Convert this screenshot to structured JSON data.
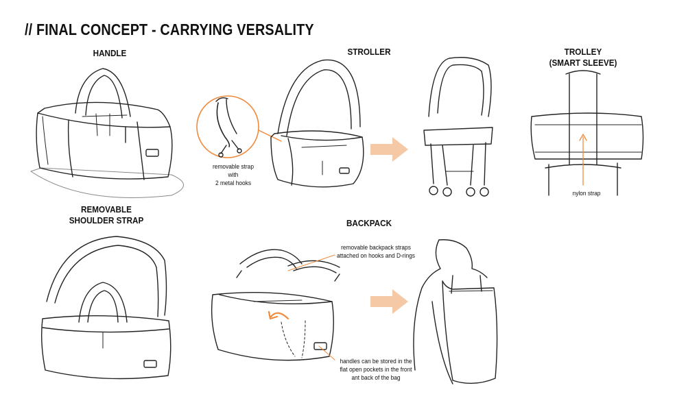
{
  "title": "// FINAL CONCEPT - CARRYING VERSALITY",
  "sections": {
    "handle": "HANDLE",
    "stroller": "STROLLER",
    "trolley_line1": "TROLLEY",
    "trolley_line2": "(SMART SLEEVE)",
    "shoulder_line1": "REMOVABLE",
    "shoulder_line2": "SHOULDER STRAP",
    "backpack": "BACKPACK"
  },
  "annotations": {
    "strap_line1": "removable strap",
    "strap_line2": "with",
    "strap_line3": "2 metal hooks",
    "nylon": "nylon strap",
    "backpack_straps_line1": "removable backpack straps",
    "backpack_straps_line2": "attached on hooks and D-rings",
    "handles_line1": "handles can be stored in the",
    "handles_line2": "flat open pockets in the front",
    "handles_line3": "ant back of the bag"
  },
  "colors": {
    "line": "#222222",
    "accent": "#f08a3c",
    "arrow": "#f6c9a6"
  }
}
